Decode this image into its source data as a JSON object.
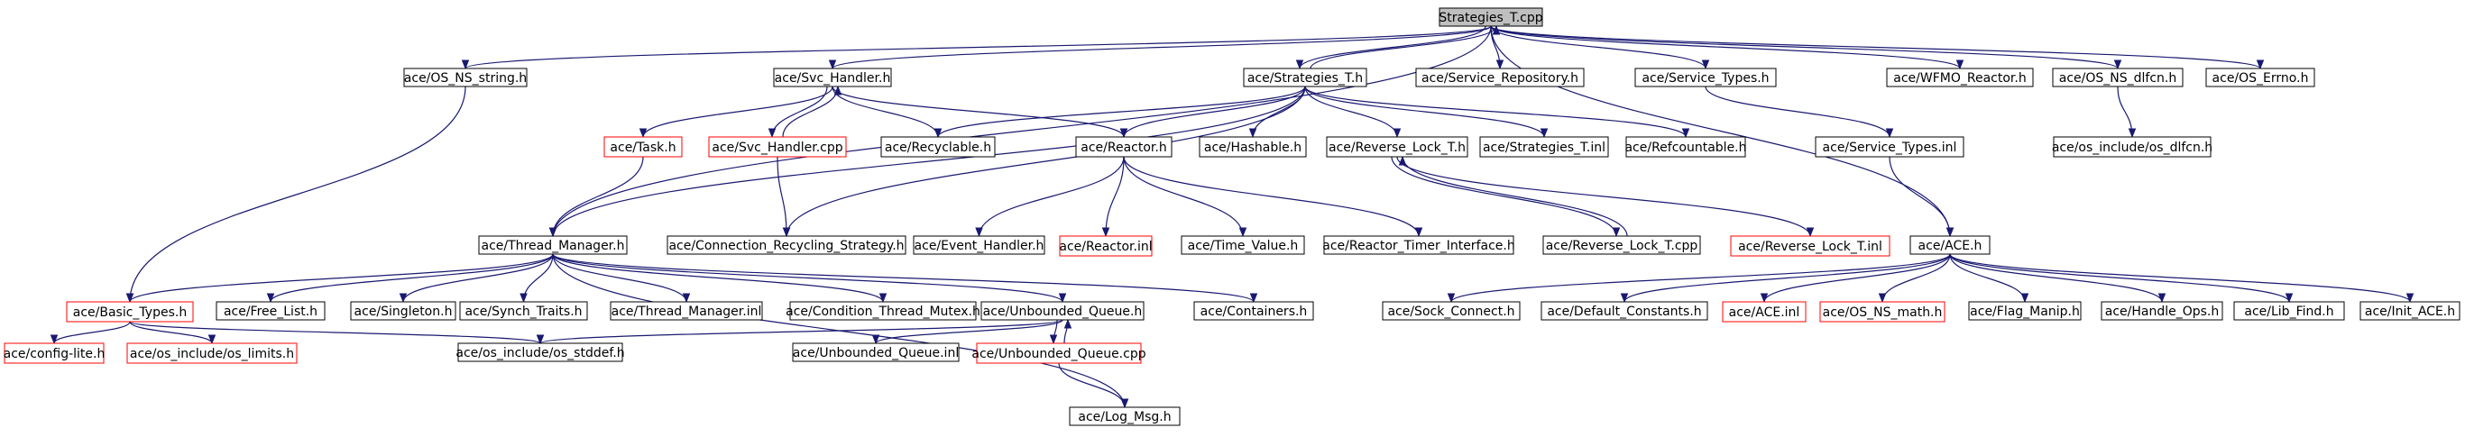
{
  "colors": {
    "edge": "#191970",
    "undocumented_border": "#ff0000",
    "root_fill": "#bfbfbf"
  },
  "nodes": [
    {
      "id": "strategies_cpp",
      "label": "Strategies_T.cpp",
      "style": "root"
    },
    {
      "id": "os_ns_string",
      "label": "ace/OS_NS_string.h",
      "style": "normal"
    },
    {
      "id": "svc_handler_h",
      "label": "ace/Svc_Handler.h",
      "style": "normal"
    },
    {
      "id": "strategies_h",
      "label": "ace/Strategies_T.h",
      "style": "normal"
    },
    {
      "id": "service_repository",
      "label": "ace/Service_Repository.h",
      "style": "normal"
    },
    {
      "id": "service_types_h",
      "label": "ace/Service_Types.h",
      "style": "normal"
    },
    {
      "id": "wfmo_reactor",
      "label": "ace/WFMO_Reactor.h",
      "style": "normal"
    },
    {
      "id": "os_ns_dlfcn",
      "label": "ace/OS_NS_dlfcn.h",
      "style": "normal"
    },
    {
      "id": "os_errno",
      "label": "ace/OS_Errno.h",
      "style": "normal"
    },
    {
      "id": "task_h",
      "label": "ace/Task.h",
      "style": "red"
    },
    {
      "id": "svc_handler_cpp",
      "label": "ace/Svc_Handler.cpp",
      "style": "red"
    },
    {
      "id": "recyclable",
      "label": "ace/Recyclable.h",
      "style": "normal"
    },
    {
      "id": "reactor_h",
      "label": "ace/Reactor.h",
      "style": "normal"
    },
    {
      "id": "hashable",
      "label": "ace/Hashable.h",
      "style": "normal"
    },
    {
      "id": "reverse_lock_h",
      "label": "ace/Reverse_Lock_T.h",
      "style": "normal"
    },
    {
      "id": "strategies_inl",
      "label": "ace/Strategies_T.inl",
      "style": "normal"
    },
    {
      "id": "refcountable",
      "label": "ace/Refcountable.h",
      "style": "normal"
    },
    {
      "id": "service_types_inl",
      "label": "ace/Service_Types.inl",
      "style": "normal"
    },
    {
      "id": "os_include_dlfcn",
      "label": "ace/os_include/os_dlfcn.h",
      "style": "normal"
    },
    {
      "id": "thread_manager_h",
      "label": "ace/Thread_Manager.h",
      "style": "normal"
    },
    {
      "id": "connection_recycling",
      "label": "ace/Connection_Recycling_Strategy.h",
      "style": "normal"
    },
    {
      "id": "event_handler",
      "label": "ace/Event_Handler.h",
      "style": "normal"
    },
    {
      "id": "reactor_inl",
      "label": "ace/Reactor.inl",
      "style": "red"
    },
    {
      "id": "time_value",
      "label": "ace/Time_Value.h",
      "style": "normal"
    },
    {
      "id": "reactor_timer",
      "label": "ace/Reactor_Timer_Interface.h",
      "style": "normal"
    },
    {
      "id": "reverse_lock_cpp",
      "label": "ace/Reverse_Lock_T.cpp",
      "style": "normal"
    },
    {
      "id": "reverse_lock_inl",
      "label": "ace/Reverse_Lock_T.inl",
      "style": "red"
    },
    {
      "id": "ace_h",
      "label": "ace/ACE.h",
      "style": "normal"
    },
    {
      "id": "basic_types",
      "label": "ace/Basic_Types.h",
      "style": "red"
    },
    {
      "id": "free_list",
      "label": "ace/Free_List.h",
      "style": "normal"
    },
    {
      "id": "singleton",
      "label": "ace/Singleton.h",
      "style": "normal"
    },
    {
      "id": "synch_traits",
      "label": "ace/Synch_Traits.h",
      "style": "normal"
    },
    {
      "id": "thread_manager_inl",
      "label": "ace/Thread_Manager.inl",
      "style": "normal"
    },
    {
      "id": "condition_thread_mutex",
      "label": "ace/Condition_Thread_Mutex.h",
      "style": "normal"
    },
    {
      "id": "unbounded_queue_h",
      "label": "ace/Unbounded_Queue.h",
      "style": "normal"
    },
    {
      "id": "containers",
      "label": "ace/Containers.h",
      "style": "normal"
    },
    {
      "id": "sock_connect",
      "label": "ace/Sock_Connect.h",
      "style": "normal"
    },
    {
      "id": "default_constants",
      "label": "ace/Default_Constants.h",
      "style": "normal"
    },
    {
      "id": "ace_inl",
      "label": "ace/ACE.inl",
      "style": "red"
    },
    {
      "id": "os_ns_math",
      "label": "ace/OS_NS_math.h",
      "style": "red"
    },
    {
      "id": "flag_manip",
      "label": "ace/Flag_Manip.h",
      "style": "normal"
    },
    {
      "id": "handle_ops",
      "label": "ace/Handle_Ops.h",
      "style": "normal"
    },
    {
      "id": "lib_find",
      "label": "ace/Lib_Find.h",
      "style": "normal"
    },
    {
      "id": "init_ace",
      "label": "ace/Init_ACE.h",
      "style": "normal"
    },
    {
      "id": "config_lite",
      "label": "ace/config-lite.h",
      "style": "red"
    },
    {
      "id": "os_limits",
      "label": "ace/os_include/os_limits.h",
      "style": "red"
    },
    {
      "id": "os_stddef",
      "label": "ace/os_include/os_stddef.h",
      "style": "normal"
    },
    {
      "id": "unbounded_queue_inl",
      "label": "ace/Unbounded_Queue.inl",
      "style": "normal"
    },
    {
      "id": "unbounded_queue_cpp",
      "label": "ace/Unbounded_Queue.cpp",
      "style": "red"
    },
    {
      "id": "log_msg",
      "label": "ace/Log_Msg.h",
      "style": "normal"
    }
  ],
  "edges": [
    [
      "strategies_cpp",
      "os_ns_string"
    ],
    [
      "strategies_cpp",
      "svc_handler_h"
    ],
    [
      "strategies_cpp",
      "strategies_h"
    ],
    [
      "strategies_cpp",
      "service_repository"
    ],
    [
      "strategies_cpp",
      "service_types_h"
    ],
    [
      "strategies_cpp",
      "wfmo_reactor"
    ],
    [
      "strategies_cpp",
      "os_ns_dlfcn"
    ],
    [
      "strategies_cpp",
      "os_errno"
    ],
    [
      "strategies_cpp",
      "thread_manager_h"
    ],
    [
      "strategies_cpp",
      "ace_h"
    ],
    [
      "strategies_h",
      "strategies_cpp"
    ],
    [
      "os_ns_string",
      "basic_types"
    ],
    [
      "svc_handler_h",
      "task_h"
    ],
    [
      "svc_handler_h",
      "svc_handler_cpp"
    ],
    [
      "svc_handler_h",
      "recyclable"
    ],
    [
      "svc_handler_h",
      "reactor_h"
    ],
    [
      "svc_handler_cpp",
      "svc_handler_h"
    ],
    [
      "svc_handler_cpp",
      "connection_recycling"
    ],
    [
      "task_h",
      "thread_manager_h"
    ],
    [
      "strategies_h",
      "thread_manager_h"
    ],
    [
      "strategies_h",
      "recyclable"
    ],
    [
      "strategies_h",
      "reactor_h"
    ],
    [
      "strategies_h",
      "hashable"
    ],
    [
      "strategies_h",
      "reverse_lock_h"
    ],
    [
      "strategies_h",
      "strategies_inl"
    ],
    [
      "strategies_h",
      "refcountable"
    ],
    [
      "strategies_h",
      "connection_recycling"
    ],
    [
      "service_types_h",
      "service_types_inl"
    ],
    [
      "service_types_inl",
      "ace_h"
    ],
    [
      "os_ns_dlfcn",
      "os_include_dlfcn"
    ],
    [
      "reactor_h",
      "event_handler"
    ],
    [
      "reactor_h",
      "reactor_inl"
    ],
    [
      "reactor_h",
      "time_value"
    ],
    [
      "reactor_h",
      "reactor_timer"
    ],
    [
      "reverse_lock_h",
      "reverse_lock_cpp"
    ],
    [
      "reverse_lock_h",
      "reverse_lock_inl"
    ],
    [
      "reverse_lock_cpp",
      "reverse_lock_h"
    ],
    [
      "thread_manager_h",
      "basic_types"
    ],
    [
      "thread_manager_h",
      "free_list"
    ],
    [
      "thread_manager_h",
      "singleton"
    ],
    [
      "thread_manager_h",
      "synch_traits"
    ],
    [
      "thread_manager_h",
      "thread_manager_inl"
    ],
    [
      "thread_manager_h",
      "condition_thread_mutex"
    ],
    [
      "thread_manager_h",
      "unbounded_queue_h"
    ],
    [
      "thread_manager_h",
      "containers"
    ],
    [
      "thread_manager_h",
      "log_msg"
    ],
    [
      "basic_types",
      "config_lite"
    ],
    [
      "basic_types",
      "os_limits"
    ],
    [
      "basic_types",
      "os_stddef"
    ],
    [
      "unbounded_queue_h",
      "os_stddef"
    ],
    [
      "unbounded_queue_h",
      "unbounded_queue_inl"
    ],
    [
      "unbounded_queue_h",
      "unbounded_queue_cpp"
    ],
    [
      "unbounded_queue_cpp",
      "unbounded_queue_h"
    ],
    [
      "unbounded_queue_cpp",
      "log_msg"
    ],
    [
      "ace_h",
      "sock_connect"
    ],
    [
      "ace_h",
      "default_constants"
    ],
    [
      "ace_h",
      "ace_inl"
    ],
    [
      "ace_h",
      "os_ns_math"
    ],
    [
      "ace_h",
      "flag_manip"
    ],
    [
      "ace_h",
      "handle_ops"
    ],
    [
      "ace_h",
      "lib_find"
    ],
    [
      "ace_h",
      "init_ace"
    ]
  ]
}
